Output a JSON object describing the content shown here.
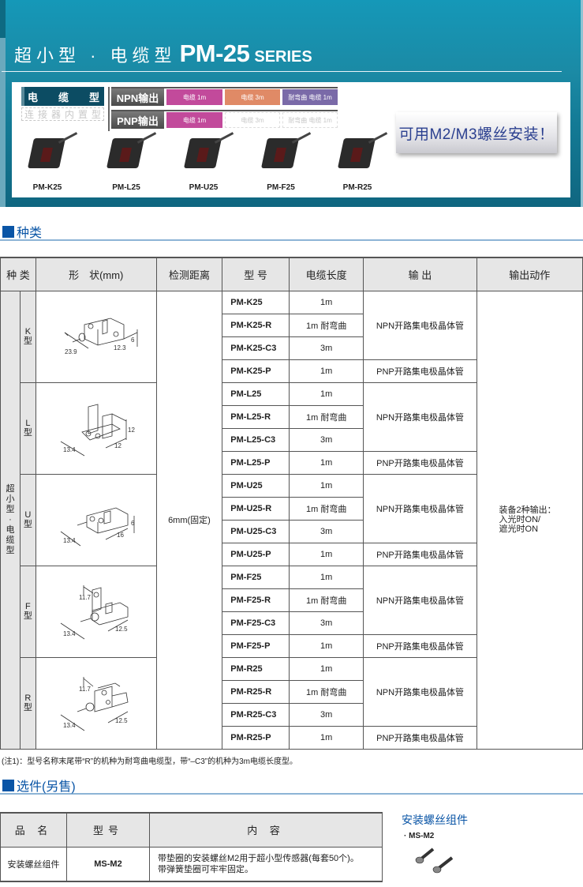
{
  "hero": {
    "title_cn": "超小型 · 电缆型",
    "title_model": "PM-25",
    "title_series": "SERIES",
    "type_cable": [
      "电",
      "缆",
      "型"
    ],
    "type_connector": [
      "连",
      "接",
      "器",
      "内",
      "置",
      "型"
    ],
    "npn": {
      "label": "NPN输出",
      "chips": [
        {
          "label": "电缆 1m",
          "style": "magenta"
        },
        {
          "label": "电缆 3m",
          "style": "orange"
        },
        {
          "label": "耐弯曲 电缆 1m",
          "style": "purple"
        }
      ]
    },
    "pnp": {
      "label": "PNP输出",
      "chips": [
        {
          "label": "电缆 1m",
          "style": "magenta"
        },
        {
          "label": "电缆 3m",
          "style": "empty"
        },
        {
          "label": "耐弯曲 电缆 1m",
          "style": "empty"
        }
      ]
    },
    "callout": "可用M2/M3螺丝安装！",
    "products": [
      "PM-K25",
      "PM-L25",
      "PM-U25",
      "PM-F25",
      "PM-R25"
    ]
  },
  "section_types": {
    "title": "种类"
  },
  "spec_table": {
    "headers": [
      "种 类",
      "形　状(mm)",
      "检测距离",
      "型 号",
      "电缆长度",
      "输 出",
      "输出动作"
    ],
    "category_outer": "超小型·电缆型",
    "sensing_distance": "6mm(固定)",
    "output_action": [
      "装备2种输出：",
      "入光时ON/",
      "遮光时ON"
    ],
    "groups": [
      {
        "type": "K型",
        "dims": [
          "23.9",
          "12.3",
          "6"
        ],
        "rows": [
          {
            "model": "PM-K25",
            "cable": "1m"
          },
          {
            "model": "PM-K25-R",
            "cable": "1m 耐弯曲"
          },
          {
            "model": "PM-K25-C3",
            "cable": "3m"
          },
          {
            "model": "PM-K25-P",
            "cable": "1m"
          }
        ],
        "npn_output": "NPN开路集电极晶体管",
        "pnp_output": "PNP开路集电极晶体管"
      },
      {
        "type": "L型",
        "dims": [
          "13.4",
          "12",
          "12"
        ],
        "rows": [
          {
            "model": "PM-L25",
            "cable": "1m"
          },
          {
            "model": "PM-L25-R",
            "cable": "1m 耐弯曲"
          },
          {
            "model": "PM-L25-C3",
            "cable": "3m"
          },
          {
            "model": "PM-L25-P",
            "cable": "1m"
          }
        ],
        "npn_output": "NPN开路集电极晶体管",
        "pnp_output": "PNP开路集电极晶体管"
      },
      {
        "type": "U型",
        "dims": [
          "13.4",
          "16",
          "6"
        ],
        "rows": [
          {
            "model": "PM-U25",
            "cable": "1m"
          },
          {
            "model": "PM-U25-R",
            "cable": "1m 耐弯曲"
          },
          {
            "model": "PM-U25-C3",
            "cable": "3m"
          },
          {
            "model": "PM-U25-P",
            "cable": "1m"
          }
        ],
        "npn_output": "NPN开路集电极晶体管",
        "pnp_output": "PNP开路集电极晶体管"
      },
      {
        "type": "F型",
        "dims": [
          "13.4",
          "12.5",
          "11.7"
        ],
        "rows": [
          {
            "model": "PM-F25",
            "cable": "1m"
          },
          {
            "model": "PM-F25-R",
            "cable": "1m 耐弯曲"
          },
          {
            "model": "PM-F25-C3",
            "cable": "3m"
          },
          {
            "model": "PM-F25-P",
            "cable": "1m"
          }
        ],
        "npn_output": "NPN开路集电极晶体管",
        "pnp_output": "PNP开路集电极晶体管"
      },
      {
        "type": "R型",
        "dims": [
          "13.4",
          "12.5",
          "11.7"
        ],
        "rows": [
          {
            "model": "PM-R25",
            "cable": "1m"
          },
          {
            "model": "PM-R25-R",
            "cable": "1m 耐弯曲"
          },
          {
            "model": "PM-R25-C3",
            "cable": "3m"
          },
          {
            "model": "PM-R25-P",
            "cable": "1m"
          }
        ],
        "npn_output": "NPN开路集电极晶体管",
        "pnp_output": "PNP开路集电极晶体管"
      }
    ]
  },
  "note": "(注1)：型号名称末尾带“R”的机种为耐弯曲电缆型，带“–C3”的机种为3m电缆长度型。",
  "section_options": {
    "title": "选件(另售)"
  },
  "options_table": {
    "headers": [
      "品 名",
      "型号",
      "内 容"
    ],
    "rows": [
      {
        "name": "安装螺丝组件",
        "model": "MS-M2",
        "content": [
          "带垫圈的安装螺丝M2用于超小型传感器(每套50个)。",
          "带弹簧垫圈可牢牢固定。"
        ]
      }
    ]
  },
  "options_aside": {
    "title": "安装螺丝组件",
    "item": "· MS-M2"
  },
  "colors": {
    "hero_top": "#1598b8",
    "hero_bottom": "#0f6680",
    "accent_blue": "#0a55a6",
    "chip_magenta": "#c24a9b",
    "chip_orange": "#e08a66",
    "chip_purple": "#7a6aa8",
    "header_gray": "#e6e6e6",
    "callout_text": "#2a3f8f"
  }
}
